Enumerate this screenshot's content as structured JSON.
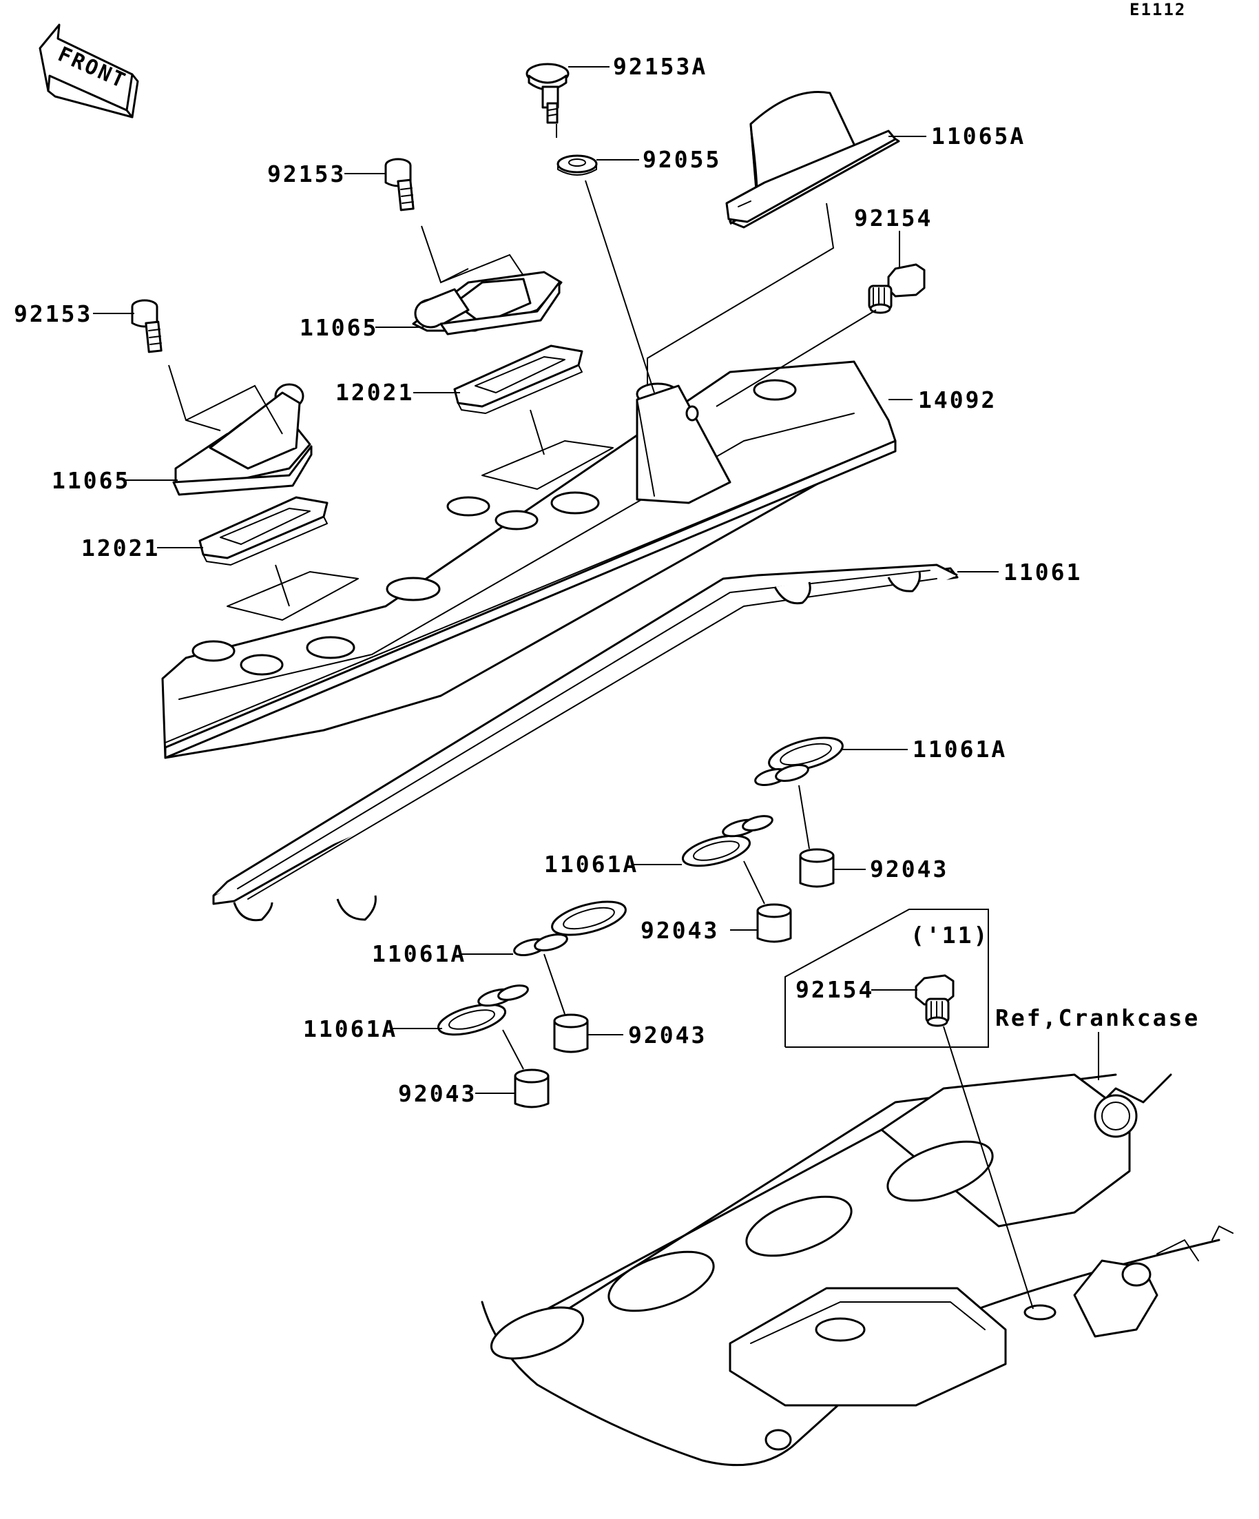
{
  "diagram_code": "E1112",
  "front_arrow": {
    "text": "FRONT"
  },
  "year_note": "('11)",
  "reference": "Ref,Crankcase",
  "parts": [
    {
      "id": "p1",
      "number": "92153A"
    },
    {
      "id": "p2",
      "number": "92055"
    },
    {
      "id": "p3",
      "number": "11065A"
    },
    {
      "id": "p4",
      "number": "92153"
    },
    {
      "id": "p5",
      "number": "92154"
    },
    {
      "id": "p6",
      "number": "92153"
    },
    {
      "id": "p7",
      "number": "11065"
    },
    {
      "id": "p8",
      "number": "12021"
    },
    {
      "id": "p9",
      "number": "14092"
    },
    {
      "id": "p10",
      "number": "11065"
    },
    {
      "id": "p11",
      "number": "12021"
    },
    {
      "id": "p12",
      "number": "11061"
    },
    {
      "id": "p13",
      "number": "11061A"
    },
    {
      "id": "p14",
      "number": "11061A"
    },
    {
      "id": "p15",
      "number": "92043"
    },
    {
      "id": "p16",
      "number": "92043"
    },
    {
      "id": "p17",
      "number": "11061A"
    },
    {
      "id": "p18",
      "number": "92154"
    },
    {
      "id": "p19",
      "number": "11061A"
    },
    {
      "id": "p20",
      "number": "92043"
    },
    {
      "id": "p21",
      "number": "92043"
    }
  ]
}
